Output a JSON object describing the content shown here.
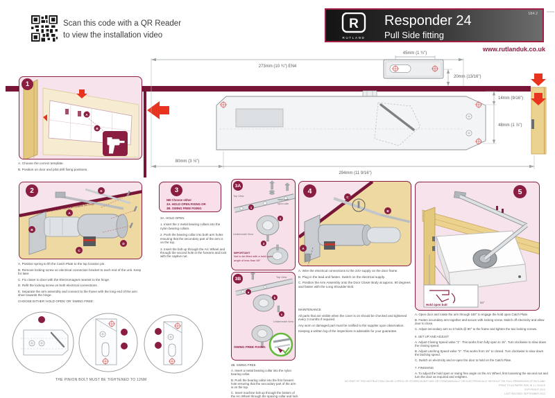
{
  "header": {
    "qr_line1": "Scan this code with a QR Reader",
    "qr_line2": "to view the installation video",
    "logo_letter": "R",
    "brand": "RUTLAND",
    "product": "Responder 24",
    "subtitle": "Pull Side fitting",
    "doc_number": "184.2",
    "website": "www.rutlanduk.co.uk"
  },
  "diagram": {
    "dim_width": "273mm (10 ¾\") EN4",
    "dim_plate": "45mm (1 ¾\")",
    "dim_plate_gap": "20mm (13/16\")",
    "dim_top_gap": "14mm (9/16\")",
    "dim_body_drop": "48mm (1 ⅞\")",
    "dim_left": "80mm (3 ⅛\")",
    "dim_bottom": "294mm (11 9/16\")"
  },
  "step1": {
    "badge": "1",
    "callouts": [
      "A",
      "B"
    ],
    "captions": [
      "A. Choose the correct template.",
      "B. Position on door and pilot drill fixing positions."
    ]
  },
  "step2": {
    "badge": "2",
    "note": "✓ The long end of the arm shoe must point towards the hinge",
    "callouts": [
      "A",
      "B",
      "C",
      "D",
      "E"
    ],
    "captions": [
      "A. Position spring to lift the Catch Plate to the top location pin.",
      "B. Remove locking screw on electrical connection bracket to each end of the unit. Keep for later.",
      "C. Fix closer to door with the Electromagnet nearest to the hinge.",
      "D. Refit the locking screw on both electrical connections.",
      "E. Separate the arm assembly and connect to the frame with the long end of the arm shoe towards the hinge.",
      "CHOOSE EITHER 'HOLD OPEN' OR 'SWING FREE'."
    ]
  },
  "step3": {
    "badge": "3",
    "nb_1": "NB Choose   either",
    "nb_2": "3A. HOLD OPEN FIXING   OR",
    "nb_3": "3B. SWING FREE FIXING",
    "heading": "3A. HOLD OPEN",
    "items": [
      "1. Insert the 2 metal bearing collars into the nylon bearing collars.",
      "2. Push the bearing collar into both arm holes ensuring that the secondary part of the arm is on the top.",
      "3. Insert the bolt up through the Arc Wheel and through the second hole in the forearm and lock with the captive nut."
    ]
  },
  "step3a": {
    "badge": "3A",
    "top_view_label": "Top View",
    "underneath_label": "Underneath View",
    "collar_label_1": "metal collar",
    "collar_label_2": "nylon collar",
    "callouts": [
      "1",
      "2",
      "3"
    ],
    "important_1": "IMPORTANT",
    "important_2": "Not to be fitted with a hold open",
    "important_3": "angle of less than 65°"
  },
  "step3b": {
    "badge": "3B",
    "top_view_label": "Top View",
    "underneath_label": "Underneath View",
    "fixing_label": "SWING FREE FIXING",
    "heading": "3B. SWING FREE",
    "callouts": [
      "a",
      "b",
      "c"
    ],
    "items": [
      "A. Insert a metal bearing collar into the nylon bearing collar.",
      "B. Push the bearing collar into the first forearm hole ensuring that the secondary part of the arm is on the top.",
      "C. Insert machine bolt up through the bottom of the Arc Wheel through the spacing collar and lock with washer and bolt next to the arm (NOT THROUGH THE ARM)."
    ]
  },
  "step4": {
    "badge": "4",
    "callouts": [
      "A",
      "B",
      "C"
    ],
    "captions": [
      "A. Wire the electrical connections to the 24V supply on the door frame.",
      "B. Plug in the lead and fasten. Switch on the electrical supply.",
      "C. Position the Arm Assembly onto the Door Closer Body at approx. 90 degrees and fasten with the Long Shoulder Bolt."
    ],
    "maintenance_heading": "MAINTENANCE",
    "maintenance": [
      "All parts that are visible when the cover is on should be checked and tightened every 3 months if required.",
      "Any worn or damaged part must be notified to the supplier upon observation.",
      "Keeping a written log of the inspections is advisable for your guarantee."
    ]
  },
  "step5": {
    "badge": "5",
    "inset_label": "Hold open bolt",
    "angle_label": "90°",
    "captions": [
      "A. Open door and rotate the arm through 180° to engage the hold open Catch Plate.",
      "B. Fasten secondary arm together and secure with locking screw. Switch off electricity and allow door to close.",
      "C. Adjust secondary arm so it holds @ 90° to the frame and tighten the two locking screws."
    ],
    "section6_heading": "6. SET UP AND ADJUST",
    "section6": [
      "A. Adjust Closing Speed valve \"1\". This works from fully open to 15°. Turn clockwise to slow down the closing speed.",
      "B. Adjust Latching Speed valve \"2\". This works from 15° to closed. Turn clockwise to slow down the latching speed.",
      "C. Switch on electricity and re-open the door to hold on the Catch Plate."
    ],
    "section7_heading": "7. FINISHING",
    "section7": [
      "A. To adjust the hold open or swing free angle on the Arc Wheel, first loosening the second nut and turn the door as required and retighten."
    ]
  },
  "footer": {
    "pinion_note": "THE PINION BOLT MUST BE TIGHTENED TO 12NM",
    "legal": "NO PART OF THIS INSTRUCTION CAN BE COPIED OR STORED IN ANY WAY OR FORM MANUALLY OR ELECTRONICALLY WITHOUT THE FULL PERMISSION OF RUTLAND",
    "print_note": "PRINT TO A3 PAPER SIZE IN 1:1 SCALE",
    "copyright": "COPYRIGHT 2013",
    "revised": "LAST REVISED: SEPTEMBER 2013"
  },
  "colors": {
    "maroon": "#8a1e41",
    "band": "#771536",
    "red": "#e8331f",
    "pink": "#f7e3ec",
    "tan": "#eed9a2",
    "green": "#62b93c"
  }
}
